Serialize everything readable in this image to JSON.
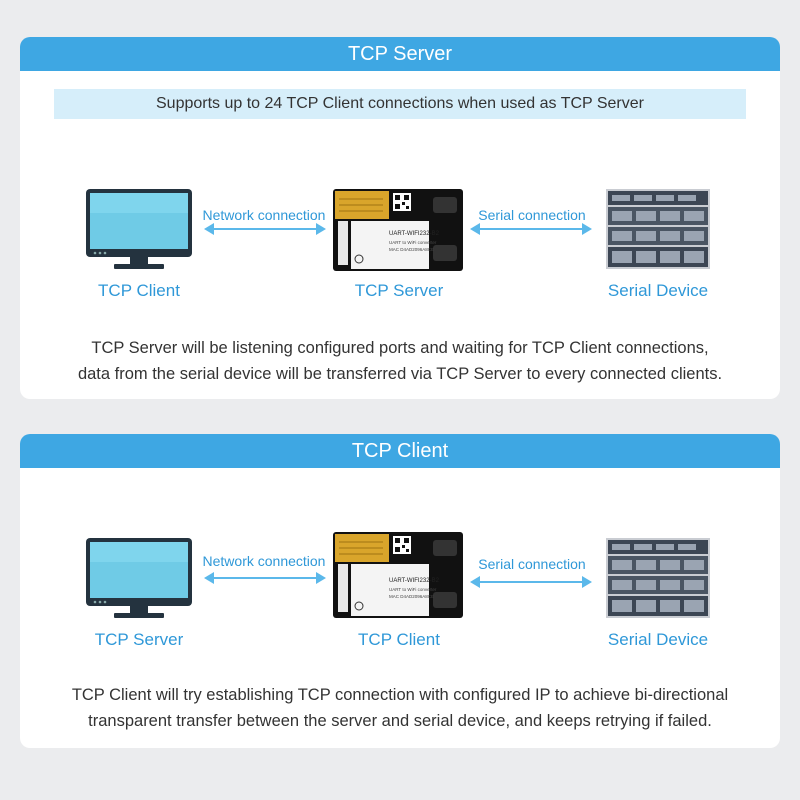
{
  "server_panel": {
    "title": "TCP Server",
    "subtitle": "Supports up to 24 TCP Client connections when used as TCP Server",
    "left_label": "TCP Client",
    "center_label": "TCP Server",
    "right_label": "Serial Device",
    "left_connection": "Network connection",
    "right_connection": "Serial connection",
    "description_line1": "TCP Server will be listening configured ports and waiting for TCP Client connections,",
    "description_line2": "data from the serial device will be transferred via TCP Server to every connected clients."
  },
  "client_panel": {
    "title": "TCP Client",
    "left_label": "TCP Server",
    "center_label": "TCP Client",
    "right_label": "Serial Device",
    "left_connection": "Network connection",
    "right_connection": "Serial connection",
    "description_line1": "TCP Client will try establishing TCP connection with configured IP to achieve bi-directional",
    "description_line2": "transparent transfer between the server and serial device, and keeps retrying if failed."
  },
  "module": {
    "model": "UART-WIFI232-B2",
    "subtitle": "UART to WiFi converter",
    "mac": "MAC D4AD2096A8CE"
  },
  "colors": {
    "header": "#3ea7e3",
    "subtitle_bg": "#d6eefa",
    "accent_text": "#2f98d8",
    "arrow": "#5bb8ea"
  }
}
